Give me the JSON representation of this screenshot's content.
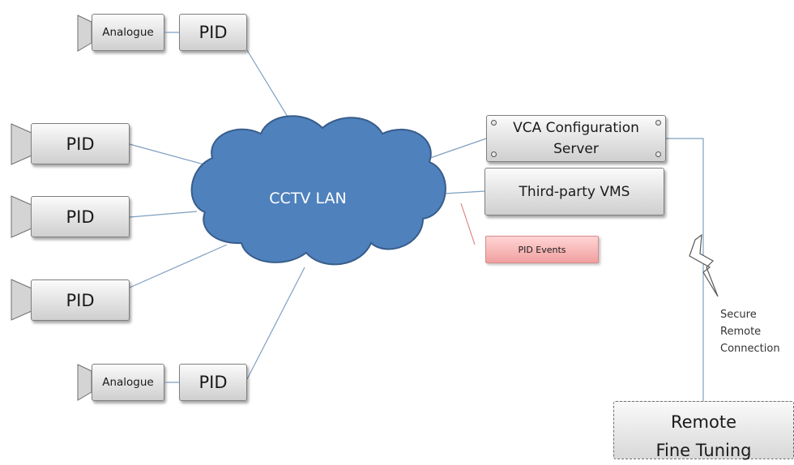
{
  "cloud": {
    "label": "CCTV LAN",
    "color": "#4f81bd",
    "outline": "#385d8a"
  },
  "nodes": {
    "pid_top": "PID",
    "analogue_top": "Analogue",
    "pid_left_1": "PID",
    "pid_left_2": "PID",
    "pid_left_3": "PID",
    "pid_bottom": "PID",
    "analogue_bottom": "Analogue"
  },
  "server": {
    "line1": "VCA Configuration",
    "line2": "Server"
  },
  "vms": {
    "label": "Third-party VMS"
  },
  "events": {
    "label": "PID Events",
    "color": "#f4b6b6"
  },
  "remote": {
    "line1": "Remote",
    "line2": "Fine Tuning"
  },
  "secure": {
    "line1": "Secure",
    "line2": "Remote",
    "line3": "Connection"
  },
  "icons": [
    "camera-icon",
    "cloud-icon",
    "lightning-icon"
  ]
}
